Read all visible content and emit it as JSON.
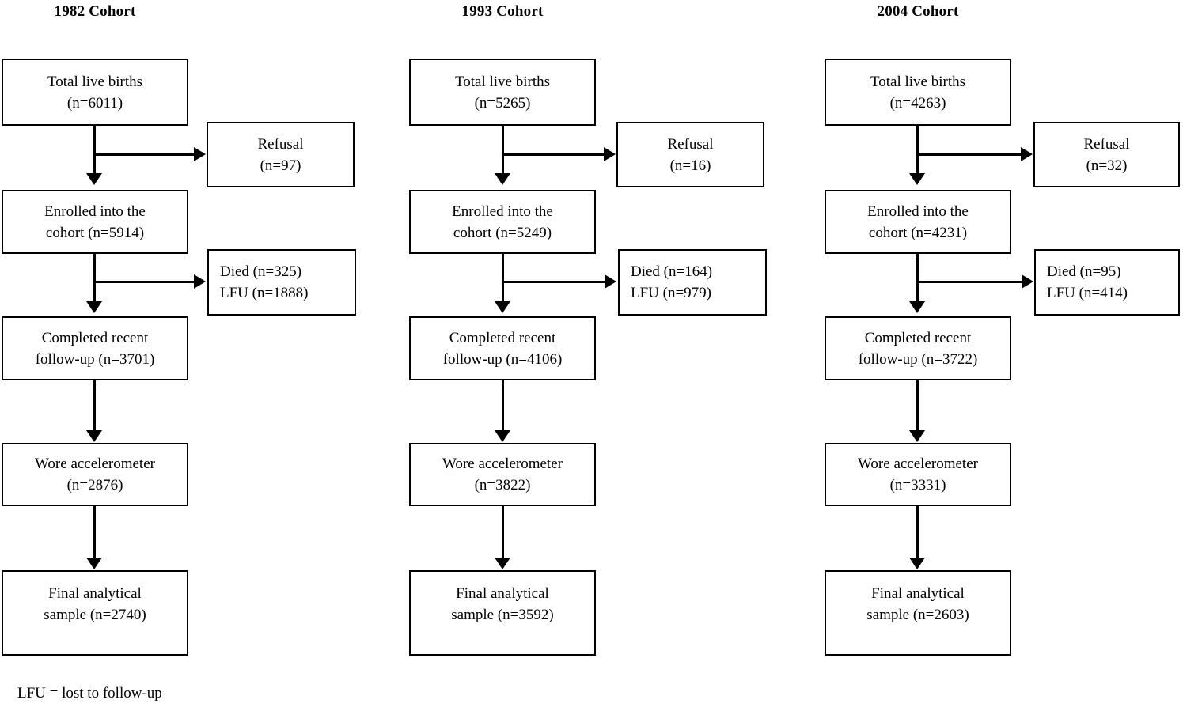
{
  "figure": {
    "type": "flowchart",
    "orientation": "three-column-parallel",
    "footnote": "LFU = lost to follow-up"
  },
  "columns": [
    {
      "header": "1982 Cohort",
      "nodes": {
        "total_births": {
          "line1": "Total live births",
          "line2": "(n=6011)"
        },
        "refusal": {
          "line1": "Refusal",
          "line2": "(n=97)"
        },
        "enrolled": {
          "line1": "Enrolled into the",
          "line2": "cohort (n=5914)"
        },
        "attrition": {
          "line1": "Died (n=325)",
          "line2": "LFU (n=1888)"
        },
        "completed": {
          "line1": "Completed recent",
          "line2": "follow-up (n=3701)"
        },
        "accelerometer": {
          "line1": "Wore accelerometer",
          "line2": "(n=2876)"
        },
        "final": {
          "line1": "Final analytical",
          "line2": "sample (n=2740)"
        }
      }
    },
    {
      "header": "1993 Cohort",
      "nodes": {
        "total_births": {
          "line1": "Total live births",
          "line2": "(n=5265)"
        },
        "refusal": {
          "line1": "Refusal",
          "line2": "(n=16)"
        },
        "enrolled": {
          "line1": "Enrolled into the",
          "line2": "cohort (n=5249)"
        },
        "attrition": {
          "line1": "Died (n=164)",
          "line2": "LFU (n=979)"
        },
        "completed": {
          "line1": "Completed recent",
          "line2": "follow-up (n=4106)"
        },
        "accelerometer": {
          "line1": "Wore accelerometer",
          "line2": "(n=3822)"
        },
        "final": {
          "line1": "Final analytical",
          "line2": "sample (n=3592)"
        }
      }
    },
    {
      "header": "2004 Cohort",
      "nodes": {
        "total_births": {
          "line1": "Total live births",
          "line2": "(n=4263)"
        },
        "refusal": {
          "line1": "Refusal",
          "line2": "(n=32)"
        },
        "enrolled": {
          "line1": "Enrolled into the",
          "line2": "cohort (n=4231)"
        },
        "attrition": {
          "line1": "Died (n=95)",
          "line2": "LFU (n=414)"
        },
        "completed": {
          "line1": "Completed recent",
          "line2": "follow-up (n=3722)"
        },
        "accelerometer": {
          "line1": "Wore accelerometer",
          "line2": "(n=3331)"
        },
        "final": {
          "line1": "Final analytical",
          "line2": "sample (n=2603)"
        }
      }
    }
  ]
}
